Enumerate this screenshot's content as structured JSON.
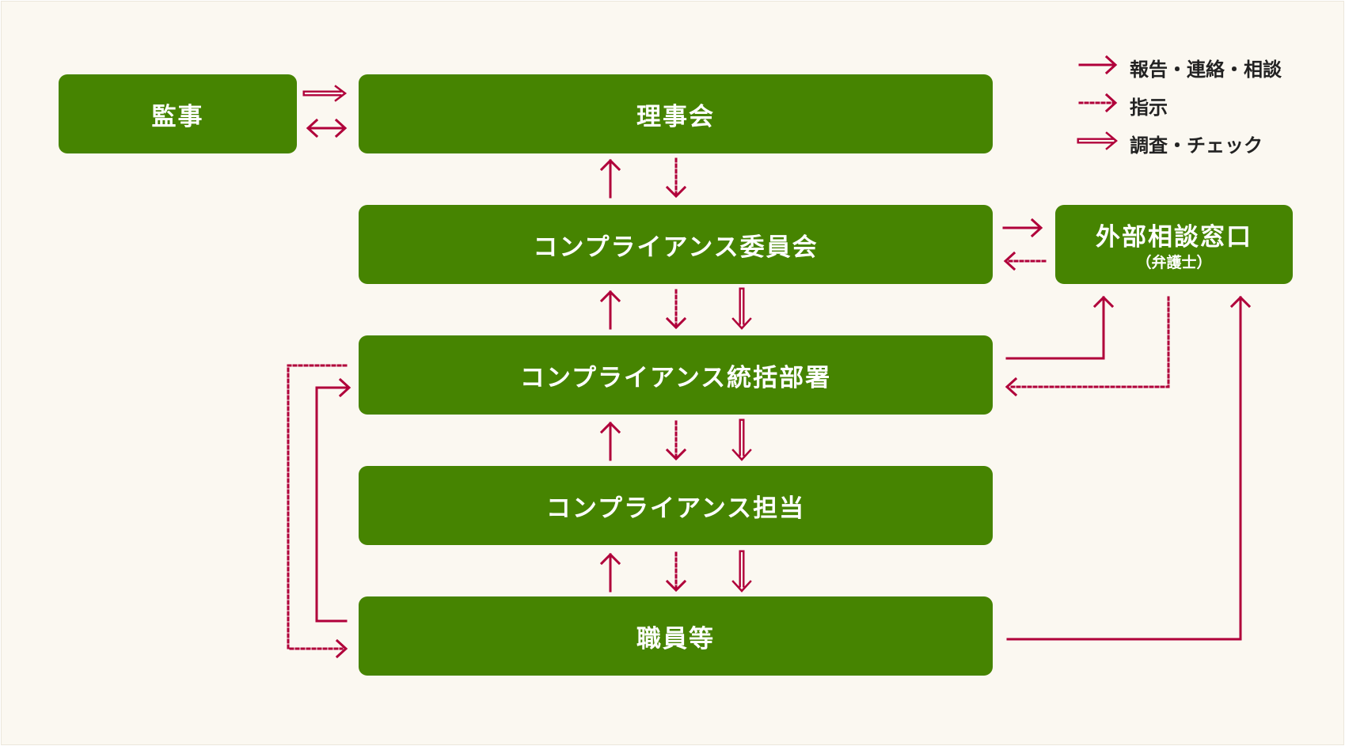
{
  "boxes": {
    "kanji": "監事",
    "rijikai": "理事会",
    "iinkai": "コンプライアンス委員会",
    "gaibu": {
      "title": "外部相談窓口",
      "sub": "（弁護士）"
    },
    "tokatsu": "コンプライアンス統括部署",
    "tanto": "コンプライアンス担当",
    "shokuin": "職員等"
  },
  "legend": {
    "report": "報告・連絡・相談",
    "instruction": "指示",
    "audit": "調査・チェック"
  },
  "colors": {
    "box": "#468401",
    "arrow": "#b0003a",
    "background": "#fbf8f1"
  }
}
